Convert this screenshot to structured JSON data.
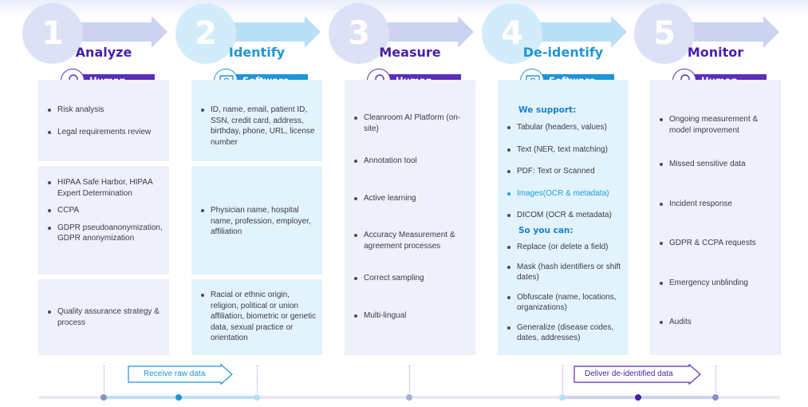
{
  "colors": {
    "human": "#5a2fb8",
    "software": "#1f95d8",
    "title": "#4a1eab",
    "human_panel": "#eef0fa",
    "software_panel": "#e3f3fc"
  },
  "steps": [
    {
      "number": "1",
      "title": "Analyze",
      "badge": "Human",
      "panels": [
        [
          "Risk analysis",
          "Legal requirements review"
        ],
        [
          "HIPAA Safe Harbor, HIPAA Expert Determination",
          "CCPA",
          "GDPR pseudoanonymization, GDPR anonymization"
        ],
        [
          "Quality assurance strategy & process"
        ]
      ]
    },
    {
      "number": "2",
      "title": "Identify",
      "badge": "Software",
      "panels": [
        [
          "ID, name, email, patient ID, SSN, credit card, address, birthday, phone, URL, license number"
        ],
        [
          "Physician name, hospital name, profession, employer, affiliation"
        ],
        [
          "Racial or ethnic origin, religion, political or union affiliation, biometric or genetic data, sexual practice or orientation"
        ]
      ]
    },
    {
      "number": "3",
      "title": "Measure",
      "badge": "Human",
      "items": [
        "Cleanroom AI Platform (on-site)",
        "Annotation tool",
        "Active learning",
        "Accuracy Measurement & agreement processes",
        "Correct sampling",
        "Multi-lingual"
      ]
    },
    {
      "number": "4",
      "title": "De-identify",
      "badge": "Software",
      "support_heading": "We support:",
      "support_items": [
        "Tabular (headers, values)",
        "Text (NER, text matching)",
        "PDF: Text or Scanned",
        "Images(OCR & metadata)",
        "DICOM (OCR & metadata)"
      ],
      "can_heading": "So you can:",
      "can_items": [
        "Replace (or delete a field)",
        "Mask (hash identifiers or shift dates)",
        "Obfuscate (name, locations, organizations)",
        "Generalize (disease codes, dates, addresses)"
      ]
    },
    {
      "number": "5",
      "title": "Monitor",
      "badge": "Human",
      "items": [
        "Ongoing measurement & model improvement",
        "Missed sensitive data",
        "Incident response",
        "GDPR & CCPA requests",
        "Emergency unblinding",
        "Audits"
      ]
    }
  ],
  "flow": {
    "receive": "Receive raw data",
    "deliver": "Deliver de-identified data"
  }
}
